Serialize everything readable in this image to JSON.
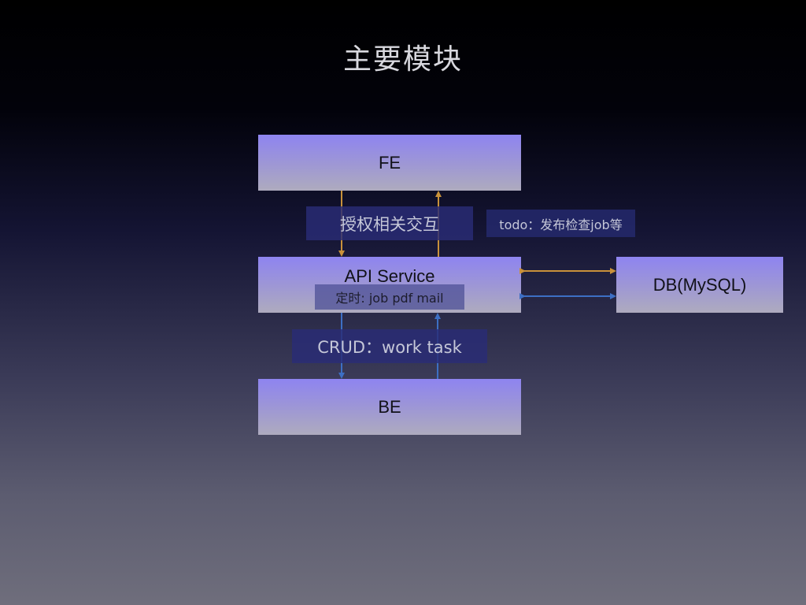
{
  "title": "主要模块",
  "boxes": {
    "fe": "FE",
    "api": "API Service",
    "db": "DB(MySQL)",
    "be": "BE"
  },
  "labels": {
    "auth": "授权相关交互",
    "todo": "todo：发布检查job等",
    "timer": "定时: job pdf mail",
    "crud": "CRUD：work task"
  },
  "colors": {
    "orange_arrow": "#c9913a",
    "blue_arrow": "#3d6fc4"
  }
}
